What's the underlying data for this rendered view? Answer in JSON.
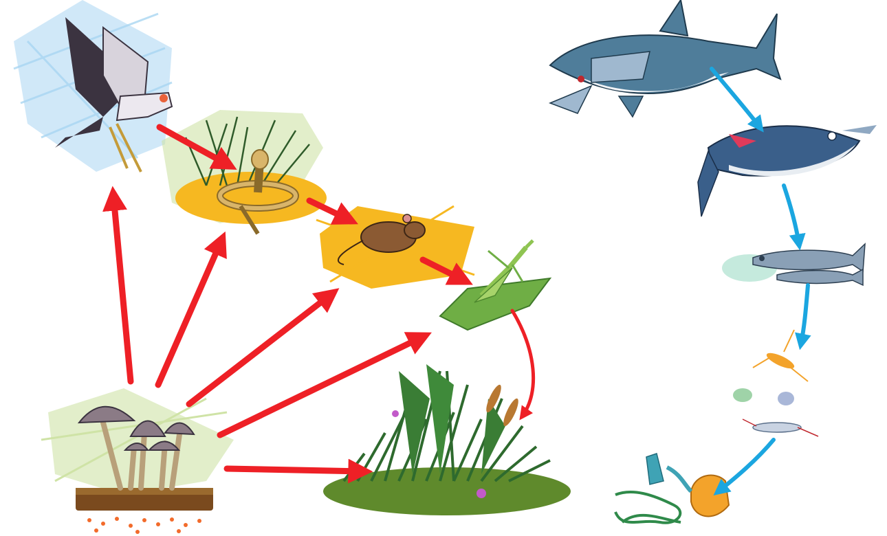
{
  "diagram": {
    "left_chain": {
      "arrow_color": "#ee2026",
      "nodes": [
        "hawk",
        "snake",
        "mouse",
        "mantis",
        "grass",
        "mushrooms"
      ],
      "links": [
        [
          "hawk",
          "snake"
        ],
        [
          "snake",
          "mouse"
        ],
        [
          "mouse",
          "mantis"
        ],
        [
          "mantis",
          "grass"
        ],
        [
          "mushrooms",
          "hawk"
        ],
        [
          "mushrooms",
          "snake"
        ],
        [
          "mushrooms",
          "mouse"
        ],
        [
          "mushrooms",
          "mantis"
        ],
        [
          "mushrooms",
          "grass"
        ]
      ]
    },
    "right_chain": {
      "arrow_color": "#1ba6e0",
      "nodes": [
        "shark",
        "tuna",
        "small-fish",
        "zooplankton",
        "phytoplankton"
      ],
      "links": [
        [
          "shark",
          "tuna"
        ],
        [
          "tuna",
          "small-fish"
        ],
        [
          "small-fish",
          "zooplankton"
        ],
        [
          "zooplankton",
          "phytoplankton"
        ]
      ]
    },
    "colors": {
      "sky_patch": "#a9d6f2",
      "leaf_patch": "#cfe3a6",
      "straw_patch": "#f6b821",
      "dirt": "#d9a032",
      "grass": "#3f8a3a",
      "shark_body": "#4f7d9a",
      "tuna_body": "#3a5f8a",
      "plankton_orange": "#f3a32b",
      "plankton_teal": "#3fa3b5"
    }
  }
}
